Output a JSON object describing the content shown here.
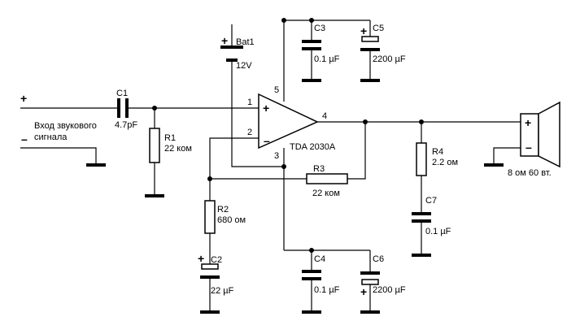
{
  "input": {
    "plus": "+",
    "minus": "–",
    "label_line1": "Вход звукового",
    "label_line2": "сигнала"
  },
  "c1": {
    "name": "C1",
    "value": "4.7pF"
  },
  "r1": {
    "name": "R1",
    "value": "22 ком"
  },
  "bat1": {
    "name": "Bat1",
    "value": "12V",
    "plus": "+"
  },
  "c3": {
    "name": "C3",
    "value": "0.1 µF"
  },
  "c5": {
    "name": "C5",
    "value": "2200 µF",
    "plus": "+"
  },
  "ic": {
    "name": "TDA 2030A",
    "plus": "+",
    "minus": "–",
    "pin1": "1",
    "pin2": "2",
    "pin3": "3",
    "pin4": "4",
    "pin5": "5"
  },
  "r3": {
    "name": "R3",
    "value": "22 ком"
  },
  "r2": {
    "name": "R2",
    "value": "680 ом"
  },
  "c2": {
    "name": "C2",
    "value": "22 µF",
    "plus": "+"
  },
  "c4": {
    "name": "C4",
    "value": "0.1 µF"
  },
  "c6": {
    "name": "C6",
    "value": "2200 µF",
    "plus": "+"
  },
  "r4": {
    "name": "R4",
    "value": "2.2 ом"
  },
  "c7": {
    "name": "C7",
    "value": "0.1 µF"
  },
  "speaker": {
    "value": "8 ом 60 вт.",
    "plus": "+",
    "minus": "–"
  }
}
